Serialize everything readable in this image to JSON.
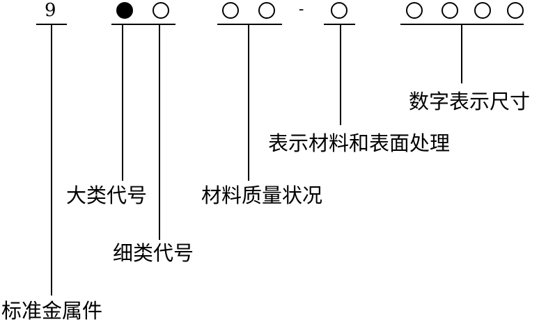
{
  "code": {
    "first_digit": "9",
    "separator": "-"
  },
  "labels": {
    "standard_fastener": "标准金属件",
    "major_class": "大类代号",
    "minor_class": "细类代号",
    "material_quality": "材料质量状况",
    "material_surface": "表示材料和表面处理",
    "size_digits": "数字表示尺寸"
  },
  "colors": {
    "line": "#000000",
    "filled_circle": "#000000",
    "empty_circle": "#ffffff"
  }
}
